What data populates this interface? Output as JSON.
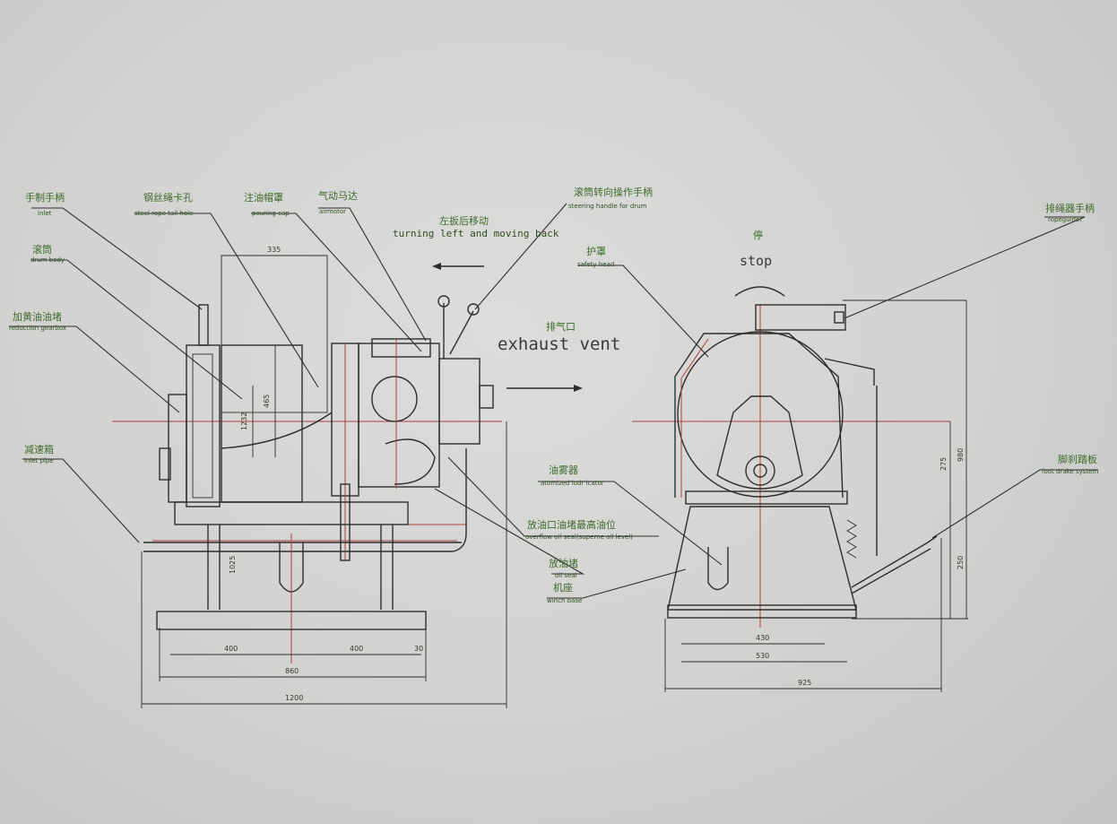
{
  "labels": {
    "inlet_handle": {
      "cn": "手制手柄",
      "en": "inlet"
    },
    "rope_hole": {
      "cn": "钢丝绳卡孔",
      "en": "steel rope tail hole"
    },
    "pouring_cap": {
      "cn": "注油帽罩",
      "en": "pouring cap"
    },
    "airmotor": {
      "cn": "气动马达",
      "en": "airmotor"
    },
    "drum_body": {
      "cn": "滚筒",
      "en": "drum body"
    },
    "gearbox": {
      "cn": "加黄油油堵",
      "en": "reduction gearbox"
    },
    "inlet_pipe": {
      "cn": "减速箱",
      "en": "inlet pipe"
    },
    "turning": {
      "cn": "左扳后移动",
      "en": "turning left and moving back"
    },
    "steering": {
      "cn": "滚筒转向操作手柄",
      "en": "steering handle for drum"
    },
    "safety_head": {
      "cn": "护罩",
      "en": "safety head"
    },
    "exhaust": {
      "cn": "排气口",
      "en": "exhaust vent"
    },
    "stop": {
      "cn": "停",
      "en": "stop"
    },
    "ropeguider": {
      "cn": "排绳器手柄",
      "en": "ropeguider"
    },
    "foot_brake": {
      "cn": "脚刹踏板",
      "en": "foot drake system"
    },
    "lubricator": {
      "cn": "油雾器",
      "en": "atomized ludr icator"
    },
    "overflow": {
      "cn": "放油口油堵最高油位",
      "en": "overflow oil seal(superne oil level)"
    },
    "oil_seal": {
      "cn": "放油堵",
      "en": "oil seal"
    },
    "winch_base": {
      "cn": "机座",
      "en": "winch base"
    }
  },
  "dimensions": {
    "left": {
      "top": "335",
      "drum_h": "465",
      "drum_d": "1232",
      "pipe": "1025",
      "half1": "400",
      "half2": "400",
      "edge": "30",
      "base": "860",
      "overall": "1200"
    },
    "right": {
      "inner": "430",
      "base": "530",
      "overall": "925",
      "axis_h": "275",
      "total_h": "980",
      "base_h": "250"
    }
  }
}
